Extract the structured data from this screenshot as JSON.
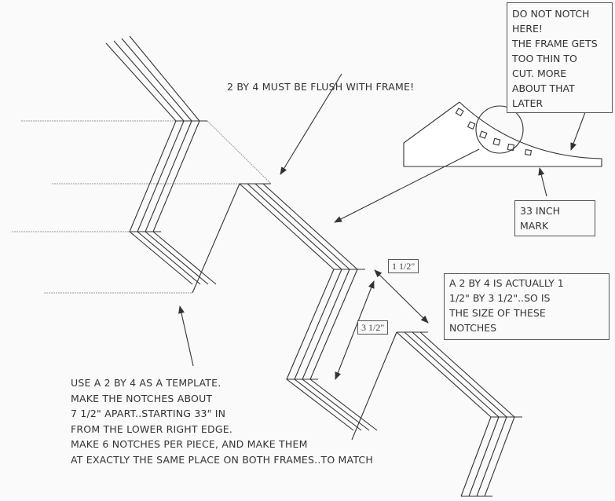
{
  "labels": {
    "flush_note": "2 BY 4 MUST BE FLUSH WITH FRAME!",
    "do_not_notch": [
      "DO NOT NOTCH",
      "HERE!",
      "THE FRAME GETS",
      "TOO THIN TO",
      "CUT. MORE",
      "ABOUT THAT",
      "LATER"
    ],
    "inch_mark": [
      "33 INCH",
      "MARK"
    ],
    "size_note": [
      "A 2 BY 4 IS ACTUALLY 1",
      "1/2\" BY 3 1/2\"..SO IS",
      "THE SIZE OF THESE",
      "NOTCHES"
    ],
    "measure_short": "1 1/2\"",
    "measure_long": "3 1/2\"",
    "instructions": [
      "USE A 2 BY 4 AS A TEMPLATE.",
      "MAKE THE NOTCHES ABOUT",
      "7 1/2\" APART..STARTING 33\" IN",
      "FROM THE LOWER RIGHT EDGE.",
      "MAKE 6 NOTCHES PER PIECE, AND MAKE THEM",
      "AT EXACTLY THE SAME PLACE ON BOTH FRAMES..TO MATCH"
    ]
  },
  "colors": {
    "ink": "#333333",
    "background": "#fafafa"
  }
}
